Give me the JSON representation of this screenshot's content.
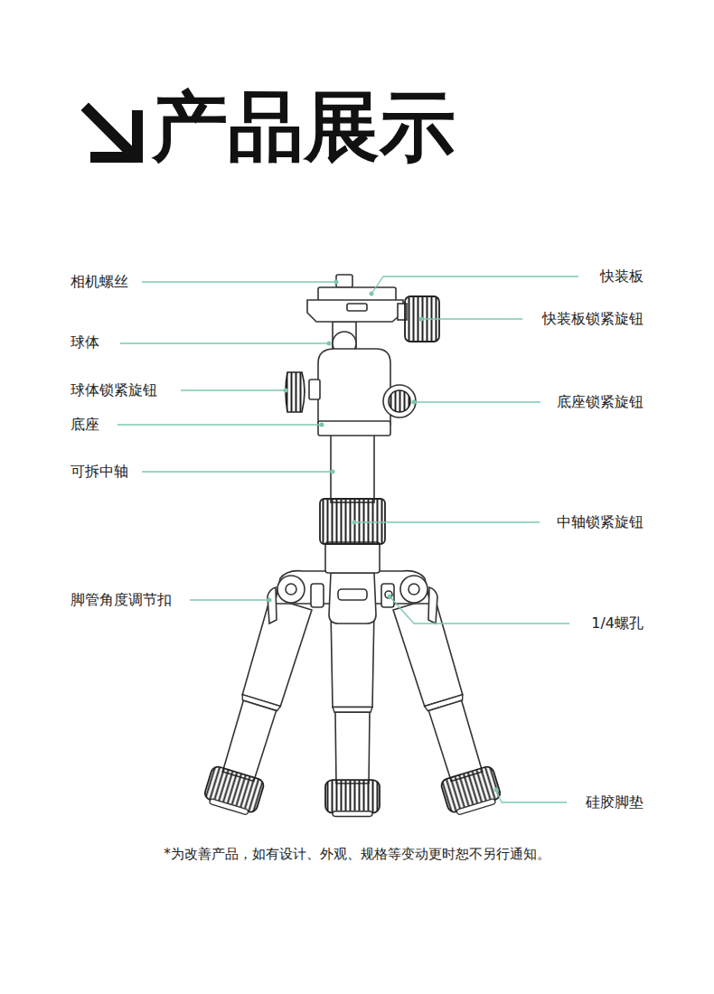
{
  "diagram": {
    "title": "产品展示",
    "caption": "*为改善产品，如有设计、外观、规格等变动更时恕不另行通知。",
    "labels": [
      "相机螺丝",
      "快装板",
      "快装板锁紧旋钮",
      "球体",
      "球体锁紧旋钮",
      "底座锁紧旋钮",
      "底座",
      "可拆中轴",
      "中轴锁紧旋钮",
      "脚管角度调节扣",
      "1/4螺孔",
      "硅胶脚垫"
    ]
  }
}
